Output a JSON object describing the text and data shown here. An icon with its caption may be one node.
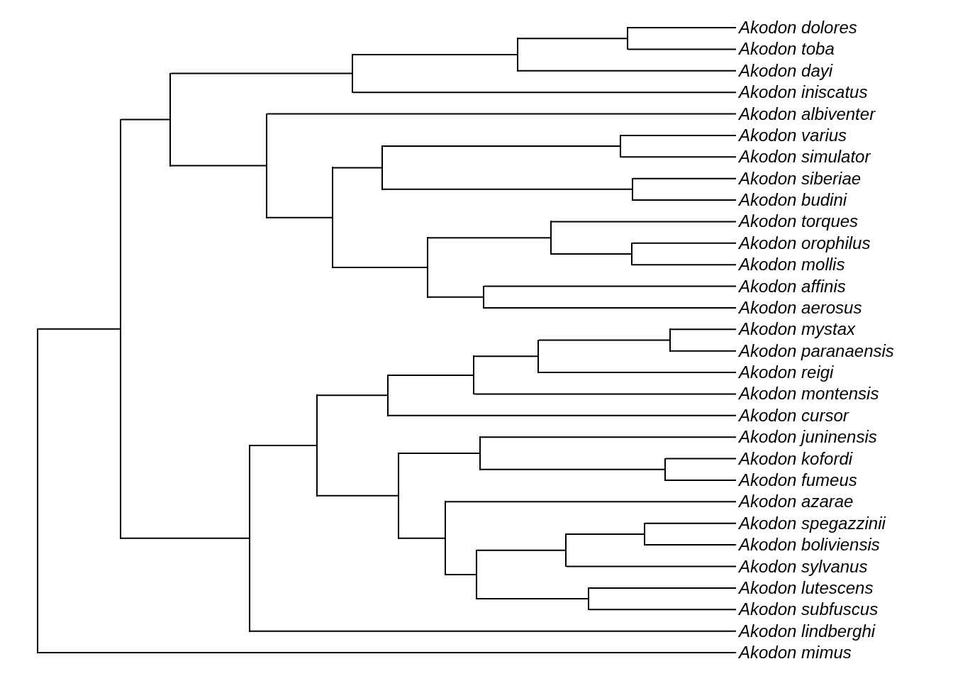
{
  "diagram": {
    "nodes": [
      {
        "text": [
          "Akodon dolores"
        ]
      },
      {
        "text": [
          "Akodon toba"
        ]
      },
      {
        "text": [
          "Akodon dayi"
        ]
      },
      {
        "text": [
          "Akodon iniscatus"
        ]
      },
      {
        "text": [
          "Akodon albiventer"
        ]
      },
      {
        "text": [
          "Akodon varius"
        ]
      },
      {
        "text": [
          "Akodon simulator"
        ]
      },
      {
        "text": [
          "Akodon siberiae"
        ]
      },
      {
        "text": [
          "Akodon budini"
        ]
      },
      {
        "text": [
          "Akodon torques"
        ]
      },
      {
        "text": [
          "Akodon orophilus"
        ]
      },
      {
        "text": [
          "Akodon mollis"
        ]
      },
      {
        "text": [
          "Akodon affinis"
        ]
      },
      {
        "text": [
          "Akodon aerosus"
        ]
      },
      {
        "text": [
          "Akodon mystax"
        ]
      },
      {
        "text": [
          "Akodon paranaensis"
        ]
      },
      {
        "text": [
          "Akodon reigi"
        ]
      },
      {
        "text": [
          "Akodon montensis"
        ]
      },
      {
        "text": [
          "Akodon cursor"
        ]
      },
      {
        "text": [
          "Akodon juninensis"
        ]
      },
      {
        "text": [
          "Akodon kofordi"
        ]
      },
      {
        "text": [
          "Akodon fumeus"
        ]
      },
      {
        "text": [
          "Akodon azarae"
        ]
      },
      {
        "text": [
          "Akodon spegazzinii"
        ]
      },
      {
        "text": [
          "Akodon boliviensis"
        ]
      },
      {
        "text": [
          "Akodon sylvanus"
        ]
      },
      {
        "text": [
          "Akodon lutescens"
        ]
      },
      {
        "text": [
          "Akodon subfuscus"
        ]
      },
      {
        "text": [
          "Akodon lindberghi"
        ]
      },
      {
        "text": [
          "Akodon mimus"
        ]
      },
      {
        "text": [],
        "shape": "bar"
      },
      {
        "text": [],
        "shape": "bar"
      },
      {
        "text": [],
        "shape": "bar"
      },
      {
        "text": [],
        "shape": "bar"
      },
      {
        "text": [],
        "shape": "bar"
      },
      {
        "text": [],
        "shape": "bar"
      },
      {
        "text": [],
        "shape": "bar"
      },
      {
        "text": [],
        "shape": "bar"
      },
      {
        "text": [],
        "shape": "bar"
      },
      {
        "text": [],
        "shape": "bar"
      },
      {
        "text": [],
        "shape": "bar"
      },
      {
        "text": [],
        "shape": "bar"
      },
      {
        "text": [],
        "shape": "bar"
      },
      {
        "text": [],
        "shape": "bar"
      },
      {
        "text": [],
        "shape": "bar"
      },
      {
        "text": [],
        "shape": "bar"
      },
      {
        "text": [],
        "shape": "bar"
      },
      {
        "text": [],
        "shape": "bar"
      },
      {
        "text": [],
        "shape": "bar"
      },
      {
        "text": [],
        "shape": "bar"
      },
      {
        "text": [],
        "shape": "bar"
      },
      {
        "text": [],
        "shape": "bar"
      },
      {
        "text": [],
        "shape": "bar"
      },
      {
        "text": [],
        "shape": "bar"
      },
      {
        "text": [],
        "shape": "bar"
      },
      {
        "text": [],
        "shape": "bar"
      },
      {
        "text": [],
        "shape": "bar"
      },
      {
        "text": [],
        "shape": "bar"
      },
      {
        "text": [],
        "shape": "bar"
      }
    ],
    "edges": [
      {
        "from": 30,
        "to": 31,
        "arrow": "none"
      },
      {
        "from": 30,
        "to": 29,
        "arrow": "none"
      },
      {
        "from": 31,
        "to": 32,
        "arrow": "none"
      },
      {
        "from": 31,
        "to": 45,
        "arrow": "none"
      },
      {
        "from": 32,
        "to": 33,
        "arrow": "none"
      },
      {
        "from": 32,
        "to": 36,
        "arrow": "none"
      },
      {
        "from": 33,
        "to": 34,
        "arrow": "none"
      },
      {
        "from": 33,
        "to": 3,
        "arrow": "none"
      },
      {
        "from": 34,
        "to": 35,
        "arrow": "none"
      },
      {
        "from": 34,
        "to": 2,
        "arrow": "none"
      },
      {
        "from": 35,
        "to": 0,
        "arrow": "none"
      },
      {
        "from": 35,
        "to": 1,
        "arrow": "none"
      },
      {
        "from": 36,
        "to": 4,
        "arrow": "none"
      },
      {
        "from": 36,
        "to": 37,
        "arrow": "none"
      },
      {
        "from": 37,
        "to": 38,
        "arrow": "none"
      },
      {
        "from": 37,
        "to": 41,
        "arrow": "none"
      },
      {
        "from": 38,
        "to": 39,
        "arrow": "none"
      },
      {
        "from": 38,
        "to": 40,
        "arrow": "none"
      },
      {
        "from": 39,
        "to": 5,
        "arrow": "none"
      },
      {
        "from": 39,
        "to": 6,
        "arrow": "none"
      },
      {
        "from": 40,
        "to": 7,
        "arrow": "none"
      },
      {
        "from": 40,
        "to": 8,
        "arrow": "none"
      },
      {
        "from": 41,
        "to": 42,
        "arrow": "none"
      },
      {
        "from": 41,
        "to": 44,
        "arrow": "none"
      },
      {
        "from": 42,
        "to": 9,
        "arrow": "none"
      },
      {
        "from": 42,
        "to": 43,
        "arrow": "none"
      },
      {
        "from": 43,
        "to": 10,
        "arrow": "none"
      },
      {
        "from": 43,
        "to": 11,
        "arrow": "none"
      },
      {
        "from": 44,
        "to": 12,
        "arrow": "none"
      },
      {
        "from": 44,
        "to": 13,
        "arrow": "none"
      },
      {
        "from": 45,
        "to": 46,
        "arrow": "none"
      },
      {
        "from": 45,
        "to": 28,
        "arrow": "none"
      },
      {
        "from": 46,
        "to": 47,
        "arrow": "none"
      },
      {
        "from": 46,
        "to": 51,
        "arrow": "none"
      },
      {
        "from": 47,
        "to": 48,
        "arrow": "none"
      },
      {
        "from": 47,
        "to": 18,
        "arrow": "none"
      },
      {
        "from": 48,
        "to": 49,
        "arrow": "none"
      },
      {
        "from": 48,
        "to": 17,
        "arrow": "none"
      },
      {
        "from": 49,
        "to": 50,
        "arrow": "none"
      },
      {
        "from": 49,
        "to": 16,
        "arrow": "none"
      },
      {
        "from": 50,
        "to": 14,
        "arrow": "none"
      },
      {
        "from": 50,
        "to": 15,
        "arrow": "none"
      },
      {
        "from": 51,
        "to": 52,
        "arrow": "none"
      },
      {
        "from": 51,
        "to": 54,
        "arrow": "none"
      },
      {
        "from": 52,
        "to": 19,
        "arrow": "none"
      },
      {
        "from": 52,
        "to": 53,
        "arrow": "none"
      },
      {
        "from": 53,
        "to": 20,
        "arrow": "none"
      },
      {
        "from": 53,
        "to": 21,
        "arrow": "none"
      },
      {
        "from": 54,
        "to": 22,
        "arrow": "none"
      },
      {
        "from": 54,
        "to": 55,
        "arrow": "none"
      },
      {
        "from": 55,
        "to": 56,
        "arrow": "none"
      },
      {
        "from": 55,
        "to": 58,
        "arrow": "none"
      },
      {
        "from": 56,
        "to": 57,
        "arrow": "none"
      },
      {
        "from": 56,
        "to": 25,
        "arrow": "none"
      },
      {
        "from": 57,
        "to": 23,
        "arrow": "none"
      },
      {
        "from": 57,
        "to": 24,
        "arrow": "none"
      },
      {
        "from": 58,
        "to": 26,
        "arrow": "none"
      },
      {
        "from": 58,
        "to": 27,
        "arrow": "none"
      }
    ]
  }
}
